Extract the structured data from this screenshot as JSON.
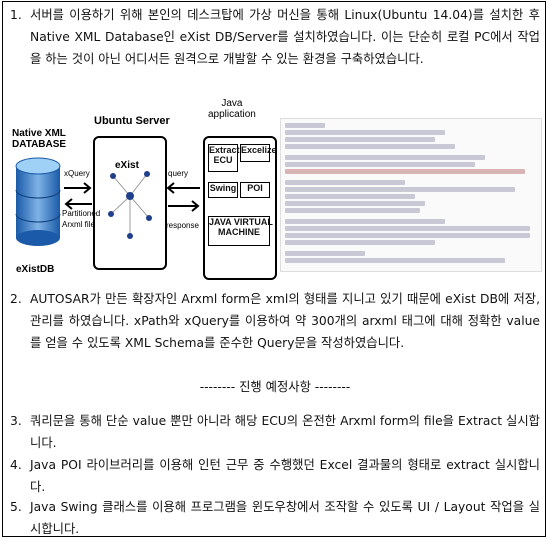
{
  "items": [
    {
      "num": "1.",
      "parts": [
        "서버를 이용하기 위해 본인의 데스크탑에 가상 머신을 통해 Linux(Ubuntu 14.04)를 설치한 후 Native XML Database인 eXist DB/Server를 설치하였습니다. 이는 단순히 로컬 PC에서 작업을 하는 것이 아닌 어디서든 원격으로 개발할 수 있는 환경을 구축하였습니다."
      ]
    },
    {
      "num": "2.",
      "text": "AUTOSAR가 만든 확장자인 Arxml form은 xml의 형태를 지니고 있기 때문에 eXist DB에 저장, 관리를 하였습니다. xPath와 xQuery를 이용하여 약 300개의 arxml 태그에 대해 정확한 value를 얻을 수 있도록 XML Schema를 준수한 Query문을 작성하였습니다."
    },
    {
      "num": "3.",
      "text": "쿼리문을 통해 단순 value 뿐만 아니라 해당 ECU의 온전한 Arxml form의 file을 Extract 실시합니다."
    },
    {
      "num": "4.",
      "text": "Java POI 라이브러리를 이용해 인턴 근무 중 수행했던 Excel 결과물의 형태로 extract 실시합니다."
    },
    {
      "num": "5.",
      "text": "Java Swing 클래스를 이용해 프로그램을 윈도우창에서 조작할 수 있도록 UI / Layout 작업을 실시합니다."
    }
  ],
  "separator": "-------- 진행 예정사항 --------",
  "diagram": {
    "native_db": "Native XML\nDATABASE",
    "existdb": "eXistDB",
    "xquery": "xQuery",
    "partitioned": "Partitioned\nArxml file",
    "ubuntu": "Ubuntu Server",
    "exist": "eXist",
    "query": "query",
    "response": "response",
    "java_app": "Java\napplication",
    "extract": "Extract\nECU",
    "excelize": "Excelize",
    "swing": "Swing",
    "poi": "POI",
    "jvm": "JAVA VIRTUAL\nMACHINE"
  }
}
